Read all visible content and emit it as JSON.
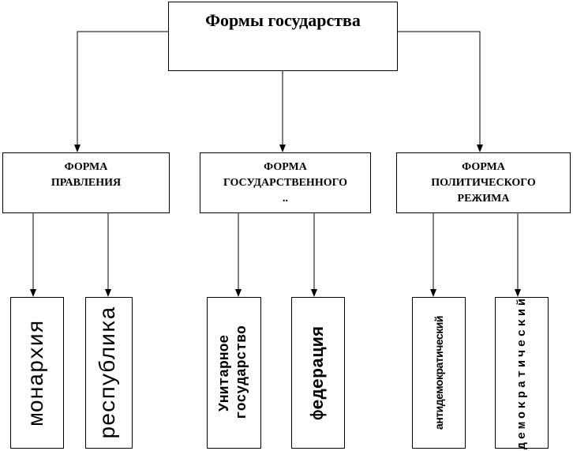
{
  "root": {
    "label": "Формы государства"
  },
  "categories": [
    {
      "label": "ФОРМА ПРАВЛЕНИЯ",
      "children": [
        "монархия",
        "республика"
      ]
    },
    {
      "label": "ФОРМА ГОСУДАРСТВЕННОГО ..",
      "children": [
        "Унитарное государство",
        "федерация"
      ]
    },
    {
      "label": "ФОРМА ПОЛИТИЧЕСКОГО РЕЖИМА",
      "children": [
        "антидемократический",
        "демократический"
      ]
    }
  ]
}
